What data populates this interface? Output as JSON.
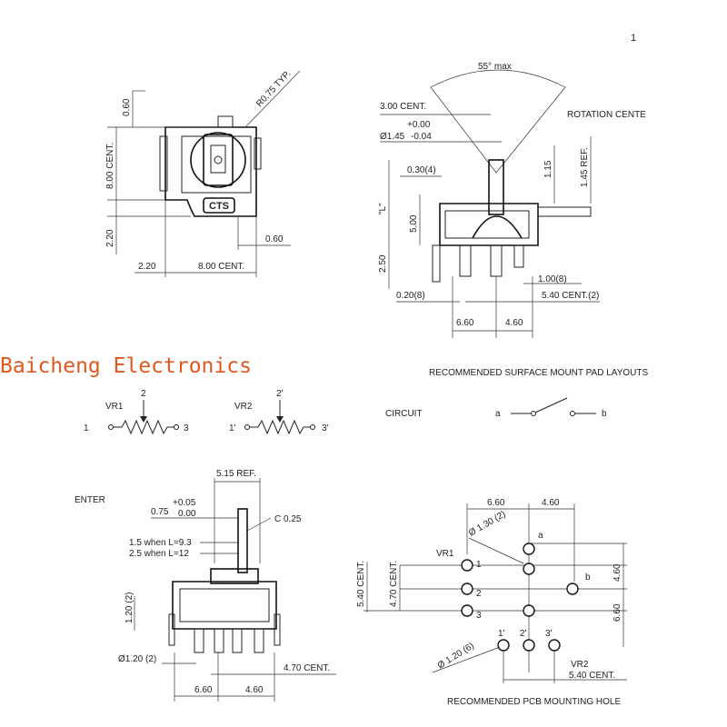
{
  "page_number": "1",
  "watermark": "Baicheng Electronics",
  "top_left_view": {
    "radius_label": "R0.75 TYP.",
    "dim_060_top": "0.60",
    "dim_800_vert": "8.00 CENT.",
    "dim_220_vert": "2.20",
    "dim_060_right": "0.60",
    "dim_220_horiz": "2.20",
    "dim_800_horiz": "8.00 CENT.",
    "logo_text": "CTS"
  },
  "top_right_view": {
    "angle_label": "55° max",
    "rotation_label": "ROTATION CENTE",
    "cent_300": "3.00 CENT.",
    "tol_plus": "+0.00",
    "dia_145": "Ø1.45",
    "tol_minus": "-0.04",
    "dim_030": "0.30(4)",
    "dim_115": "1.15",
    "dim_145_ref": "1.45 REF.",
    "dim_L": "\"L\"",
    "dim_500": "5.00",
    "dim_250": "2.50",
    "dim_100": "1.00(8)",
    "dim_020": "0.20(8)",
    "dim_540": "5.40 CENT.(2)",
    "dim_660": "6.60",
    "dim_460": "4.60"
  },
  "recommended_smt_title": "RECOMMENDED SURFACE MOUNT PAD LAYOUTS",
  "schematics": {
    "vr1_label": "VR1",
    "vr1_pin1": "1",
    "vr1_pin2": "2",
    "vr1_pin3": "3",
    "vr2_label": "VR2",
    "vr2_pin1": "1'",
    "vr2_pin2": "2'",
    "vr2_pin3": "3'",
    "circuit_label": "CIRCUIT",
    "switch_a": "a",
    "switch_b": "b"
  },
  "bottom_left_view": {
    "enter_label": "ENTER",
    "dim_515_ref": "5.15 REF.",
    "tol_plus": "+0.05",
    "dim_075": "0.75",
    "tol_zero": "0.00",
    "chamfer": "C 0.25",
    "note_93": "1.5 when L=9.3",
    "note_12": "2.5 when L=12",
    "dim_120": "1.20 (2)",
    "dia_120": "Ø1.20 (2)",
    "dim_470": "4.70 CENT.",
    "dim_660": "6.60",
    "dim_460": "4.60"
  },
  "pcb_view": {
    "dim_660": "6.60",
    "dim_460": "4.60",
    "dia_130": "Ø 1.30 (2)",
    "pin_a": "a",
    "pin_b": "b",
    "vr1_label": "VR1",
    "pin_1": "1",
    "pin_2": "2",
    "pin_3": "3",
    "dim_540_cent": "5.40 CENT.",
    "dim_470_cent": "4.70 CENT.",
    "dim_460_right": "4.60",
    "dim_660_right": "6.60",
    "dia_120": "Ø 1.20 (6)",
    "pin_1p": "1'",
    "pin_2p": "2'",
    "pin_3p": "3'",
    "vr2_label": "VR2",
    "dim_540_bottom": "5.40 CENT.",
    "title": "RECOMMENDED PCB MOUNTING HOLE"
  }
}
